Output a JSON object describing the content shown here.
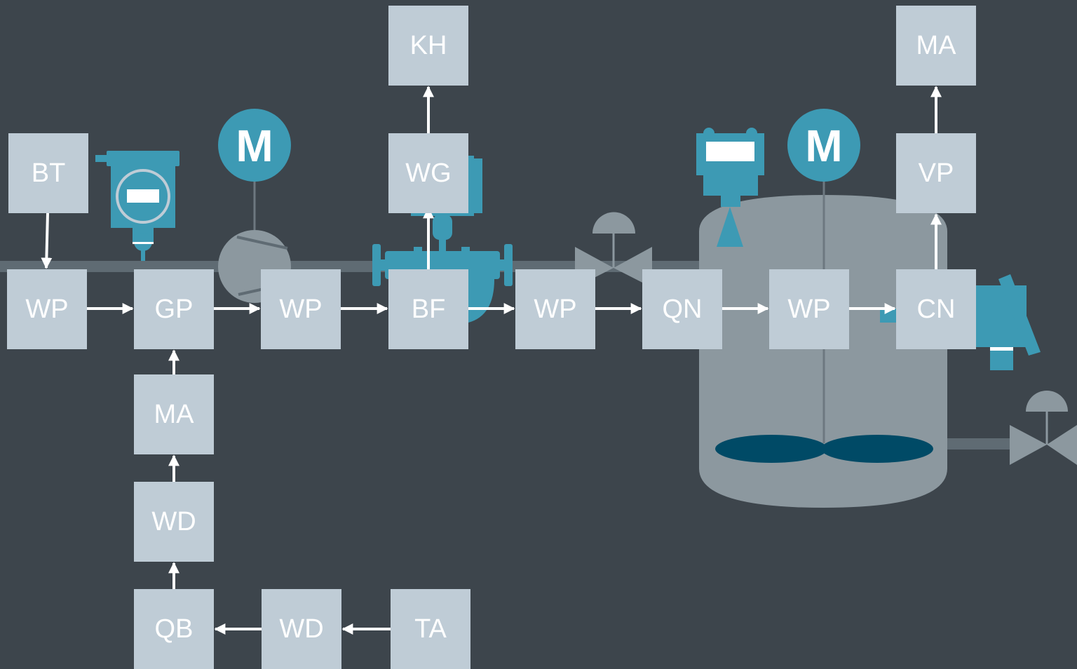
{
  "nodes": {
    "bt": "BT",
    "wp1": "WP",
    "gp": "GP",
    "wp2": "WP",
    "bf": "BF",
    "wp3": "WP",
    "qn": "QN",
    "wp4": "WP",
    "cn": "CN",
    "wg": "WG",
    "kh": "KH",
    "vp": "VP",
    "ma1": "MA",
    "ma2": "MA",
    "wd1": "WD",
    "qb": "QB",
    "wd2": "WD",
    "ta": "TA"
  },
  "motor_labels": [
    "M",
    "M"
  ],
  "colors": {
    "background": "#3d454c",
    "node_fill": "#bfccd6",
    "node_text": "#ffffff",
    "equipment_gray": "#8c989f",
    "instrument_teal": "#3d9ab4",
    "agitator_blade": "#004a66"
  }
}
